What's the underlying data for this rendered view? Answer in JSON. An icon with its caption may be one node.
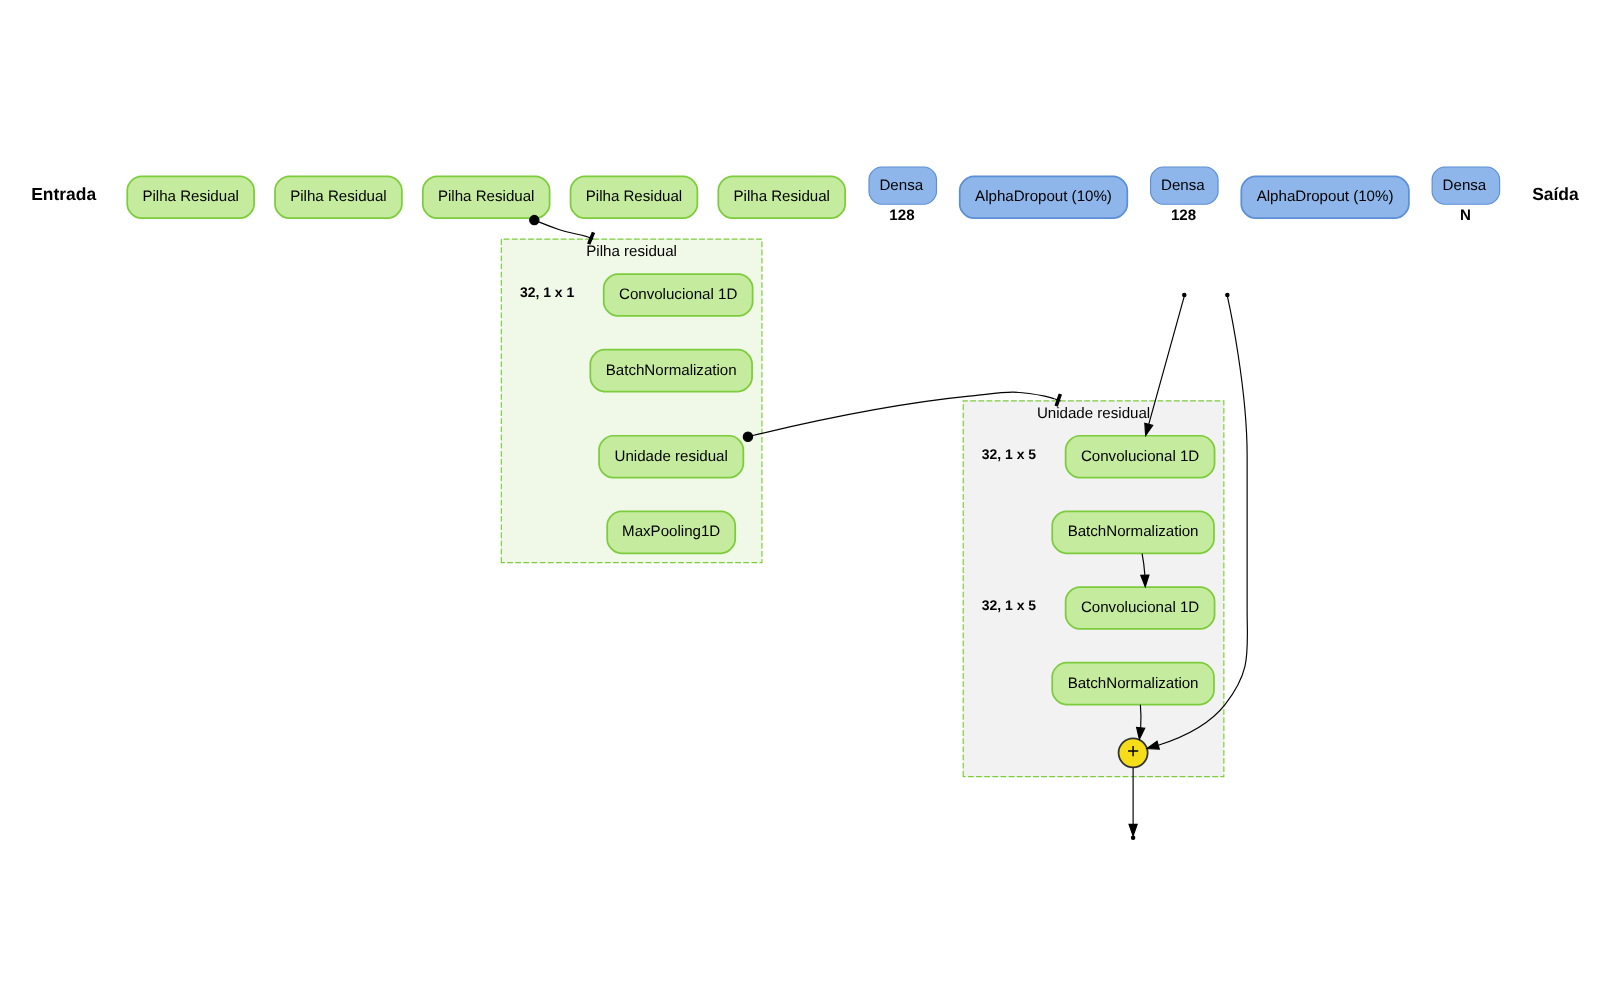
{
  "diagram": {
    "nodes": [
      {
        "text": [
          "Pilha Residual"
        ]
      },
      {
        "text": [
          "Pilha Residual"
        ]
      },
      {
        "text": [
          "Pilha Residual"
        ]
      },
      {
        "text": [
          "Pilha Residual"
        ]
      },
      {
        "text": [
          "Pilha Residual"
        ]
      },
      {
        "text": [
          "Densa"
        ],
        "beside": [
          "128"
        ]
      },
      {
        "text": [
          "AlphaDropout (10%)"
        ]
      },
      {
        "text": [
          "Densa"
        ],
        "beside": [
          "128"
        ]
      },
      {
        "text": [
          "AlphaDropout (10%)"
        ]
      },
      {
        "text": [
          "Densa"
        ],
        "beside": [
          "N"
        ]
      },
      {
        "text": [
          "Pilha residual"
        ]
      },
      {
        "text": [
          "Convolucional 1D"
        ],
        "in": 10,
        "beside": [
          "32, 1 x 1"
        ]
      },
      {
        "text": [
          "BatchNormalization"
        ],
        "in": 10
      },
      {
        "text": [
          "Unidade residual"
        ],
        "in": 10
      },
      {
        "text": [
          "MaxPooling1D"
        ],
        "in": 10
      },
      {
        "text": [
          "Unidade residual"
        ]
      },
      {
        "text": [
          "Convolucional 1D"
        ],
        "in": 15,
        "beside": [
          "32, 1 x 5"
        ]
      },
      {
        "text": [
          "BatchNormalization"
        ],
        "in": 15
      },
      {
        "text": [
          "Convolucional 1D"
        ],
        "in": 15,
        "beside": [
          "32, 1 x 5"
        ]
      },
      {
        "text": [
          "BatchNormalization"
        ],
        "in": 15
      },
      {
        "text": [
          "+"
        ],
        "in": 15
      }
    ],
    "edges": [
      {
        "from": 2,
        "to": 10,
        "arrow": "other"
      },
      {
        "from": 13,
        "to": 15,
        "arrow": "other"
      },
      {
        "from": null,
        "to": 16,
        "arrow": "to"
      },
      {
        "from": 17,
        "to": 18,
        "arrow": "to"
      },
      {
        "from": 19,
        "to": 20,
        "arrow": "to"
      },
      {
        "from": null,
        "to": 20,
        "arrow": "to"
      },
      {
        "from": 20,
        "to": null,
        "arrow": "to"
      }
    ],
    "labels": [
      "Entrada",
      "Saída"
    ]
  }
}
